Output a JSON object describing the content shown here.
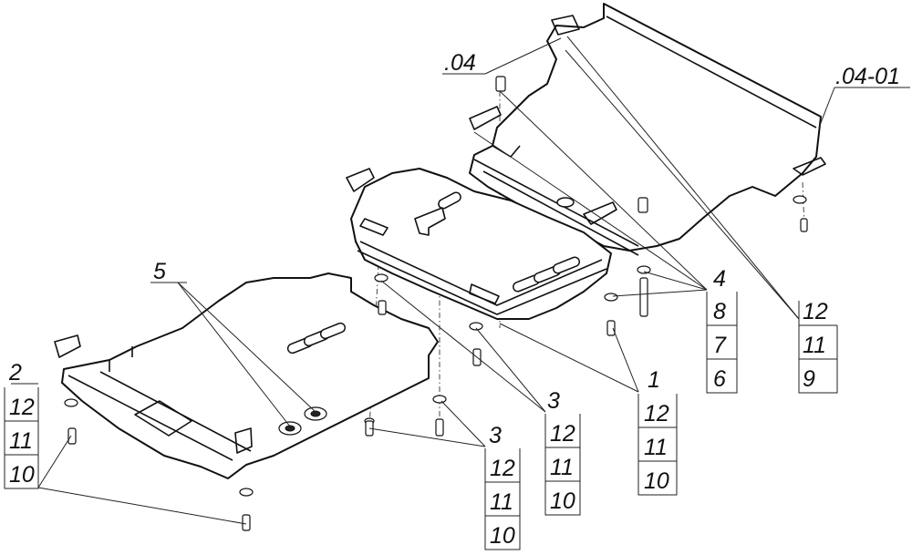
{
  "drawing": {
    "references": [
      ".04",
      ".04-01"
    ],
    "callouts": [
      "1",
      "2",
      "3",
      "4",
      "5",
      "6",
      "7",
      "8",
      "9",
      "10",
      "11",
      "12"
    ],
    "stacks": {
      "s1": [
        "12",
        "11",
        "10"
      ],
      "s2": [
        "12",
        "11",
        "10"
      ],
      "s3a": [
        "12",
        "11",
        "10"
      ],
      "s3b": [
        "12",
        "11",
        "10"
      ],
      "s4": [
        "8",
        "7",
        "6"
      ],
      "s12": [
        "12",
        "11",
        "9"
      ]
    }
  }
}
